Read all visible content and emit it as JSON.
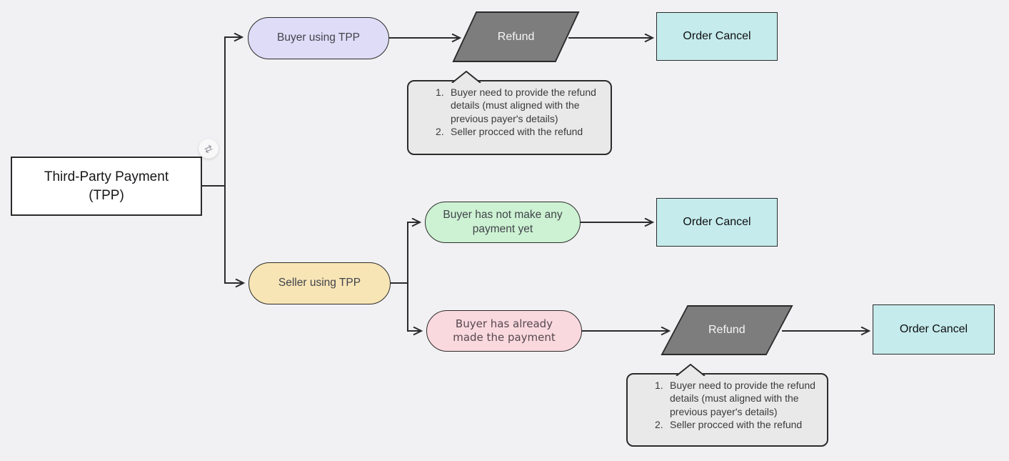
{
  "canvas": {
    "background_color": "#f1f1f3",
    "line_color": "#2b2b2b"
  },
  "icons": {
    "swap": "⇄"
  },
  "nodes": {
    "root": {
      "label": "Third-Party Payment (TPP)",
      "shape": "rectangle",
      "fill": "#ffffff"
    },
    "buyer_tpp": {
      "label": "Buyer using TPP",
      "shape": "pill",
      "fill": "#dfdcf8"
    },
    "seller_tpp": {
      "label": "Seller using TPP",
      "shape": "pill",
      "fill": "#f8e5b6"
    },
    "no_payment_yet": {
      "label": "Buyer has not make any payment yet",
      "shape": "pill",
      "fill": "#cdf2d3"
    },
    "payment_made": {
      "label": "Buyer has already made the payment",
      "shape": "pill",
      "fill": "#f9d8de"
    },
    "refund_top": {
      "label": "Refund",
      "shape": "parallelogram",
      "fill": "#7d7d7d"
    },
    "refund_bottom": {
      "label": "Refund",
      "shape": "parallelogram",
      "fill": "#7d7d7d"
    },
    "order_cancel_top": {
      "label": "Order Cancel",
      "shape": "rectangle",
      "fill": "#c5ebec"
    },
    "order_cancel_mid": {
      "label": "Order Cancel",
      "shape": "rectangle",
      "fill": "#c5ebec"
    },
    "order_cancel_bottom": {
      "label": "Order Cancel",
      "shape": "rectangle",
      "fill": "#c5ebec"
    }
  },
  "notes": [
    {
      "attached_to": "refund_top",
      "items": [
        {
          "marker": "1.",
          "text": "Buyer need to provide the refund details (must aligned with the previous payer's details)"
        },
        {
          "marker": "2.",
          "text": "Seller procced with the refund"
        }
      ]
    },
    {
      "attached_to": "refund_bottom",
      "items": [
        {
          "marker": "1.",
          "text": "Buyer need to provide the refund details (must aligned with the previous payer's details)"
        },
        {
          "marker": "2.",
          "text": "Seller procced with the refund"
        }
      ]
    }
  ],
  "edges": [
    {
      "from": "root",
      "to": "buyer_tpp"
    },
    {
      "from": "root",
      "to": "seller_tpp"
    },
    {
      "from": "buyer_tpp",
      "to": "refund_top"
    },
    {
      "from": "refund_top",
      "to": "order_cancel_top"
    },
    {
      "from": "seller_tpp",
      "to": "no_payment_yet"
    },
    {
      "from": "seller_tpp",
      "to": "payment_made"
    },
    {
      "from": "no_payment_yet",
      "to": "order_cancel_mid"
    },
    {
      "from": "payment_made",
      "to": "refund_bottom"
    },
    {
      "from": "refund_bottom",
      "to": "order_cancel_bottom"
    }
  ]
}
